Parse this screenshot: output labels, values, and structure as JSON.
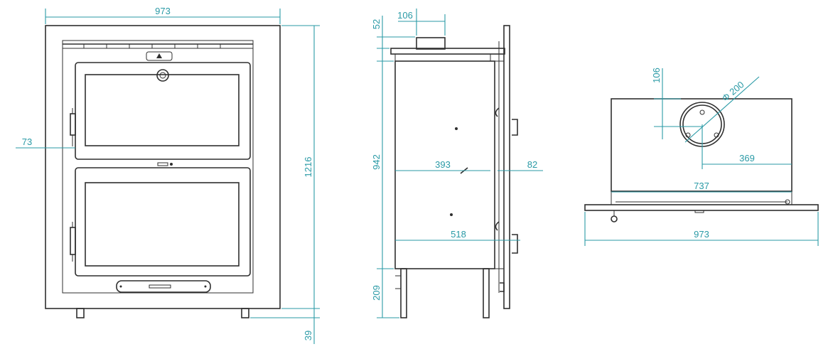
{
  "colors": {
    "line": "#2f2f2f",
    "dimension": "#2a9aa6",
    "background": "#ffffff"
  },
  "front_view": {
    "width": "973",
    "height": "1216",
    "side_offset": "73",
    "leg_height": "39"
  },
  "side_view": {
    "top_height": "52",
    "flue_width": "106",
    "body_height": "942",
    "depth_to_mid": "393",
    "front_projection": "82",
    "total_depth": "518",
    "leg_height": "209"
  },
  "top_view": {
    "flue_offset_y": "106",
    "flue_diameter": "Φ 200",
    "flue_offset_x": "369",
    "body_width": "737",
    "overall_width": "973"
  }
}
